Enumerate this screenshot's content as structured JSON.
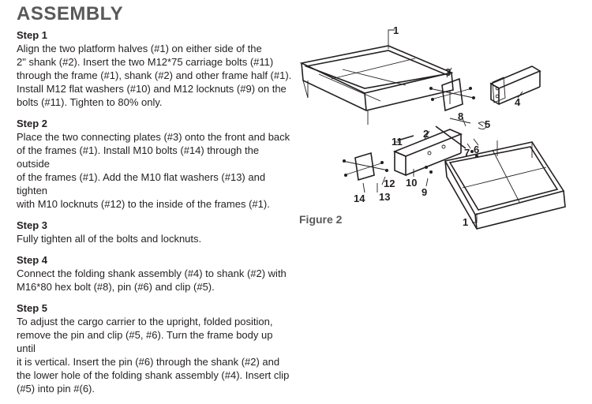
{
  "title": "ASSEMBLY",
  "steps": [
    {
      "heading": "Step 1",
      "lines": [
        "Align the two platform halves (#1) on either side of the",
        "2\" shank (#2). Insert the two M12*75 carriage bolts (#11)",
        "through the frame (#1), shank (#2) and other frame half (#1).",
        "Install M12 flat washers (#10) and M12 locknuts (#9) on the",
        "bolts (#11). Tighten to 80% only."
      ]
    },
    {
      "heading": "Step 2",
      "lines": [
        "Place the two connecting plates (#3) onto the front and back",
        "of the frames (#1). Install M10 bolts (#14) through the outside",
        "of the frames (#1). Add the M10 flat washers (#13) and tighten",
        "with M10 locknuts (#12) to the inside of the frames (#1)."
      ]
    },
    {
      "heading": "Step 3",
      "lines": [
        "Fully tighten all of the bolts and locknuts."
      ]
    },
    {
      "heading": "Step 4",
      "lines": [
        "Connect the folding shank assembly (#4) to shank (#2) with",
        "M16*80 hex bolt (#8), pin (#6) and clip (#5)."
      ]
    },
    {
      "heading": "Step 5",
      "lines": [
        "To adjust the cargo carrier to the upright, folded position,",
        "remove the pin and clip (#5, #6). Turn the frame body up until",
        "it is vertical. Insert the pin (#6) through the shank (#2) and",
        "the lower hole of the folding shank assembly (#4). Insert clip",
        "(#5) into pin #(6)."
      ]
    }
  ],
  "figure": {
    "caption": "Figure 2",
    "callouts": {
      "c1_top": "1",
      "c1_bottom": "1",
      "c2": "2",
      "c3": "3",
      "c4": "4",
      "c5": "5",
      "c6": "6",
      "c7": "7",
      "c8": "8",
      "c9": "9",
      "c10": "10",
      "c11": "11",
      "c12": "12",
      "c13": "13",
      "c14": "14"
    }
  }
}
